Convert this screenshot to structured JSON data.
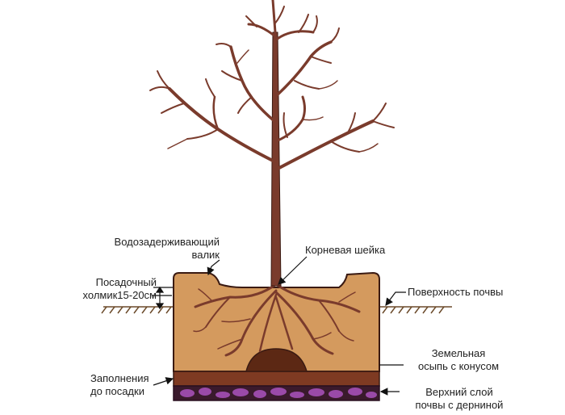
{
  "labels": {
    "water_ridge_line1": "Водозадерживающий",
    "water_ridge_line2": "валик",
    "root_collar": "Корневая шейка",
    "planting_mound_line1": "Посадочный",
    "planting_mound_line2": "холмик15-20см",
    "soil_surface": "Поверхность почвы",
    "earth_cone_line1": "Земельная",
    "earth_cone_line2": "осыпь с конусом",
    "fill_line1": "Заполнения",
    "fill_line2": "до посадки",
    "topsoil_line1": "Верхний слой",
    "topsoil_line2": "почвы с дерниной"
  },
  "colors": {
    "trunk": "#7a3b2c",
    "trunk_outline": "#3a1a12",
    "pit_soil": "#d49a5e",
    "fill_layer": "#7e3a22",
    "cone": "#5c2814",
    "topsoil": "#9a4aa8",
    "ground_line": "#6b4a2a"
  },
  "icons": {
    "pointer": "leader-arrow-icon"
  }
}
